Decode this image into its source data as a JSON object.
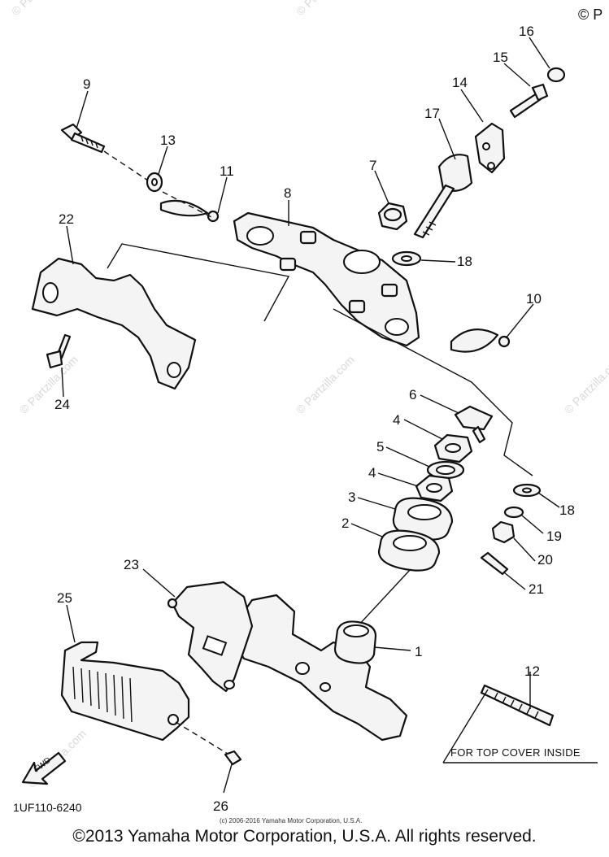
{
  "diagram": {
    "code": "1UF110-6240",
    "note": "FOR TOP COVER INSIDE",
    "fwd_label": "FWD",
    "small_copyright": "(c) 2006-2016 Yamaha Motor Corporation, U.S.A.",
    "watermark": "© Partzilla.com",
    "callouts": [
      "1",
      "2",
      "3",
      "4",
      "4",
      "5",
      "6",
      "7",
      "8",
      "9",
      "10",
      "11",
      "12",
      "13",
      "14",
      "15",
      "16",
      "17",
      "18",
      "18",
      "19",
      "20",
      "21",
      "22",
      "23",
      "24",
      "25",
      "26"
    ]
  },
  "footer": {
    "copyright": "©2013 Yamaha Motor Corporation, U.S.A. All rights reserved."
  }
}
